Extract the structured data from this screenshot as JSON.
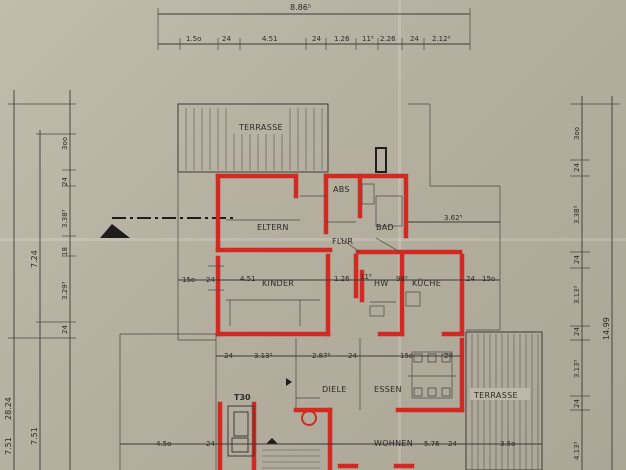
{
  "dimensions": {
    "top_total": "8.86⁵",
    "top": [
      "1.5o",
      "24",
      "4.51",
      "24",
      "1.26",
      "11⁵",
      "2.26",
      "24",
      "2.12⁵"
    ],
    "left_outer": [
      "28.24",
      "7.51"
    ],
    "left_outer_sub": "7.24",
    "left_inner": [
      "3oo",
      "24",
      "3.38⁵",
      "18",
      "3.29⁵",
      "24",
      "7.51"
    ],
    "right": [
      "3oo",
      "24",
      "3.38⁵",
      "24",
      "3.13⁵",
      "24",
      "3.13⁵",
      "24",
      "4.13⁵"
    ],
    "right_total": "14.99",
    "row_upper": [
      "15o",
      "24",
      "4.51",
      "1.26",
      "11⁵",
      "98⁵",
      "24",
      "15o"
    ],
    "row_lower": [
      "24",
      "3.13⁵",
      "2.87⁵",
      "24",
      "15o",
      "24"
    ],
    "row_bottom": [
      "4.5o",
      "24",
      "5.76",
      "24",
      "3.5o"
    ],
    "bad_width": "3.62⁵"
  },
  "rooms": {
    "terrasse_top": "TERRASSE",
    "abs": "ABS",
    "eltern": "ELTERN",
    "bad": "BAD",
    "flur": "FLUR",
    "kinder": "KINDER",
    "hw": "HW",
    "kueche": "KÜCHE",
    "diele": "DIELE",
    "essen": "ESSEN",
    "terrasse_right": "TERRASSE",
    "wohnen": "WOHNEN"
  },
  "labels": {
    "stair_label": "T30"
  },
  "colors": {
    "paper": "#bdb7a8",
    "wall_red": "#d02a22",
    "line": "#3c3a37"
  }
}
